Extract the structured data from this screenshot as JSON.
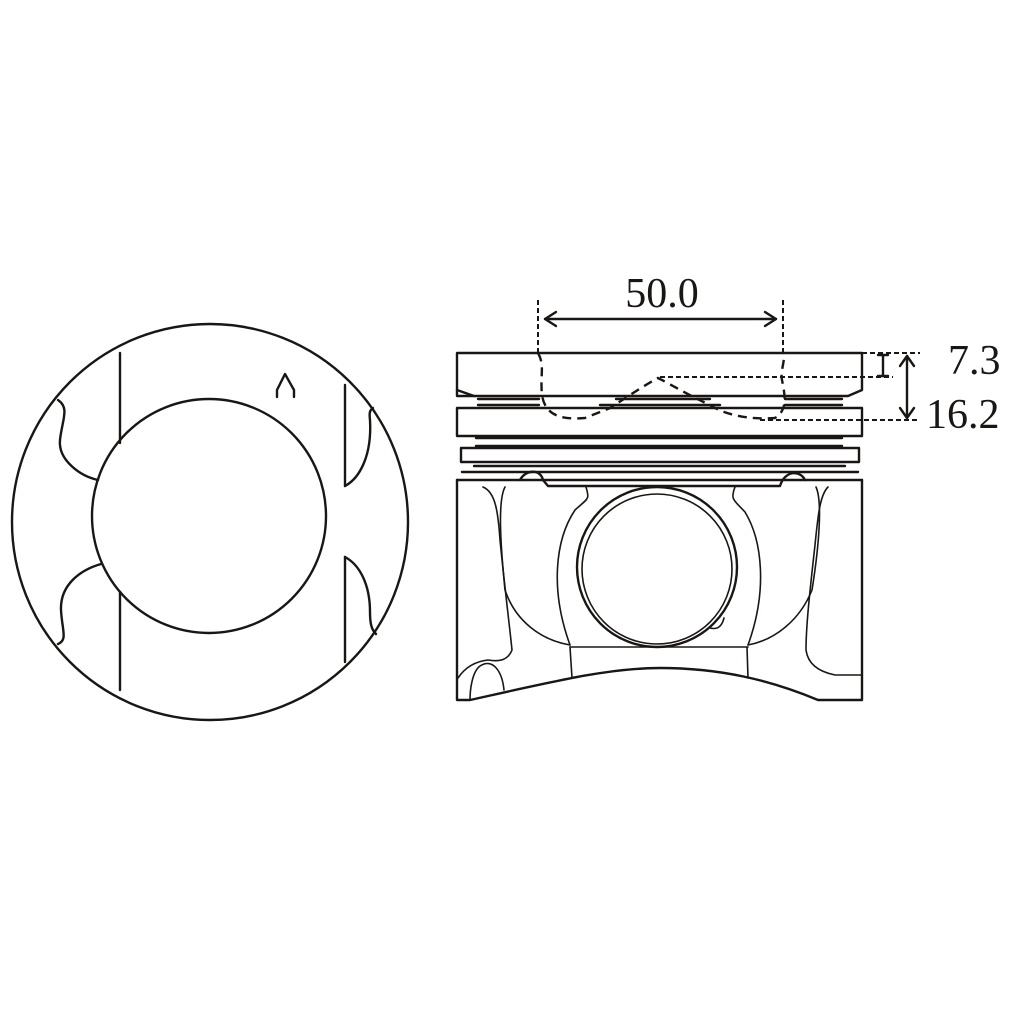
{
  "diagram": {
    "subject": "Piston technical drawing",
    "views": [
      {
        "name": "top-view",
        "description": "Crown view with combustion bowl circle and valve reliefs"
      },
      {
        "name": "side-view",
        "description": "Side section with ring grooves, pin boss and bowl outline"
      }
    ],
    "top_view_mark": "^",
    "dimensions": {
      "bowl_diameter": {
        "label": "50.0",
        "value": 50.0
      },
      "compression_height_top": {
        "label": "7.3",
        "value": 7.3
      },
      "bowl_depth": {
        "label": "16.2",
        "value": 16.2
      }
    },
    "colors": {
      "line": "#1a1614",
      "background": "#ffffff"
    }
  }
}
